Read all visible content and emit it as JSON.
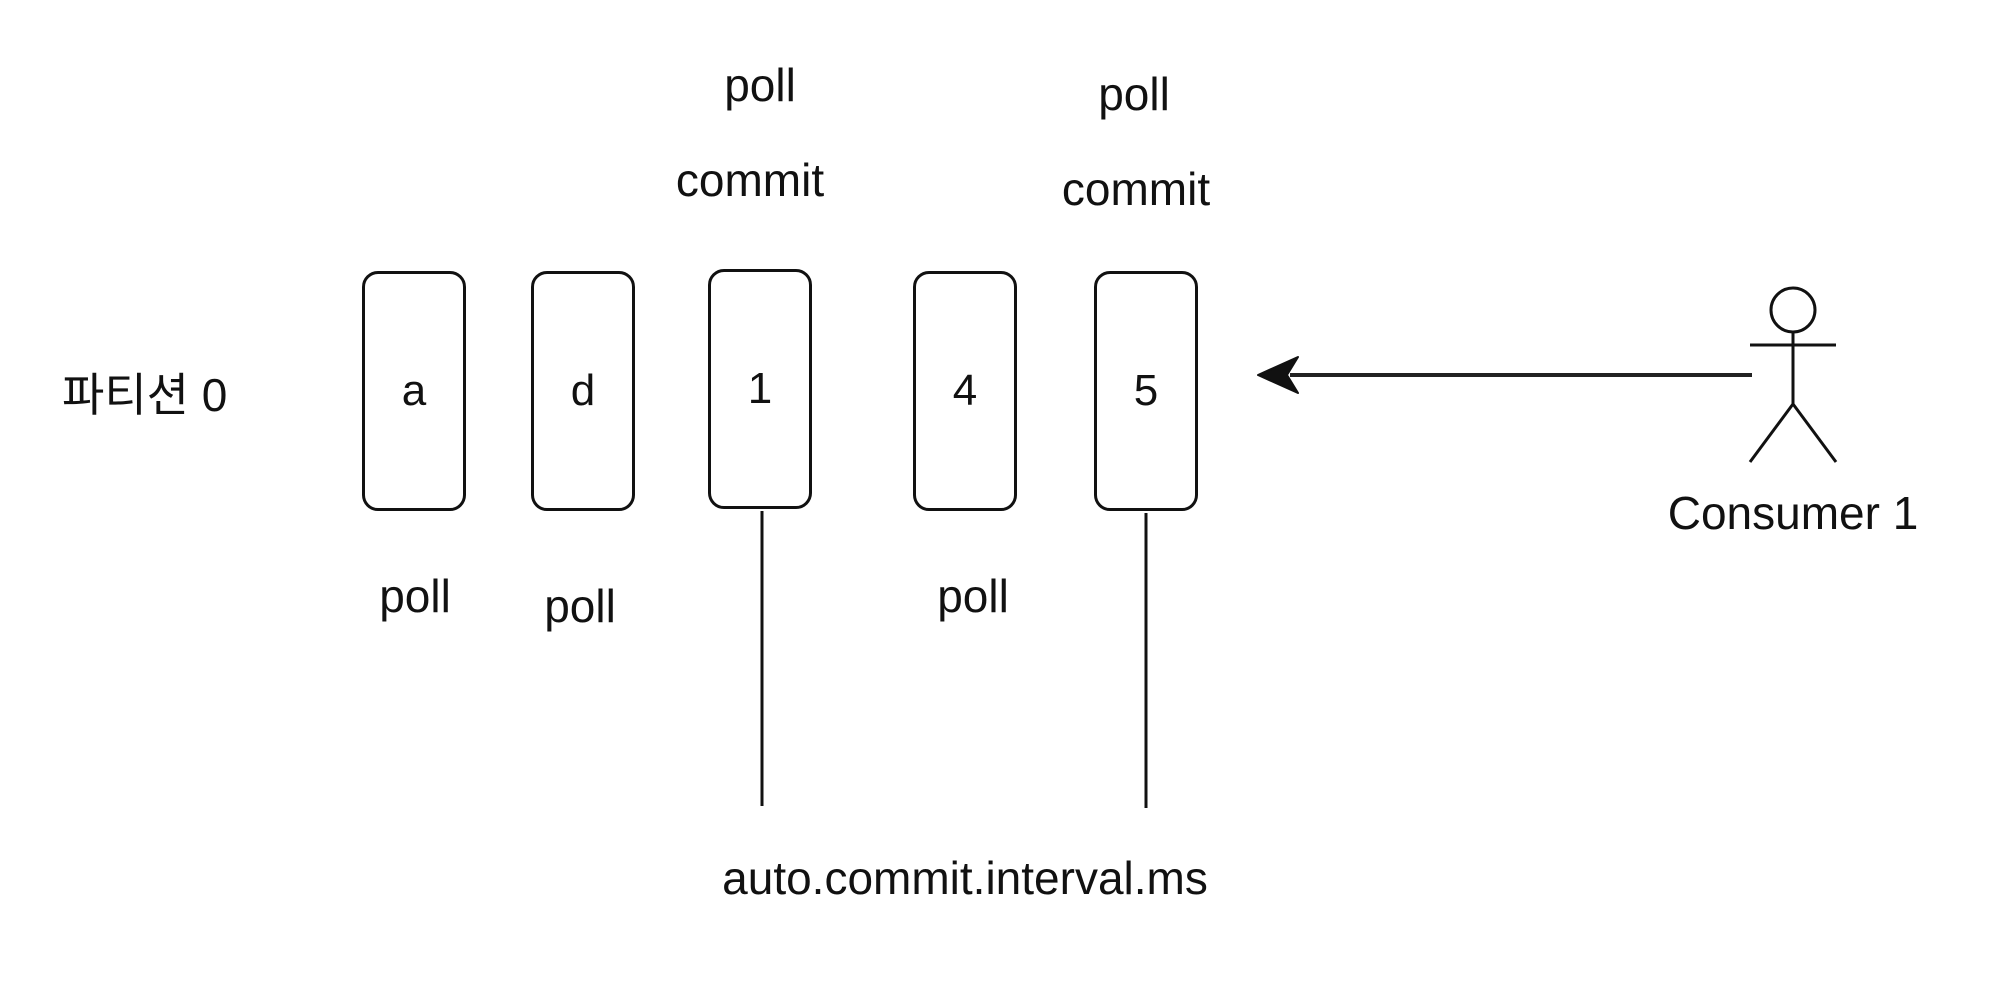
{
  "partition": {
    "label": "파티션 0",
    "records": [
      {
        "id": "a",
        "label": "a"
      },
      {
        "id": "d",
        "label": "d"
      },
      {
        "id": "1",
        "label": "1"
      },
      {
        "id": "4",
        "label": "4"
      },
      {
        "id": "5",
        "label": "5"
      }
    ]
  },
  "annotations": {
    "top_record_1": {
      "poll": "poll",
      "commit": "commit"
    },
    "top_record_5": {
      "poll": "poll",
      "commit": "commit"
    },
    "below_a": "poll",
    "below_d": "poll",
    "below_4": "poll"
  },
  "interval_label": "auto.commit.interval.ms",
  "consumer": {
    "label": "Consumer 1"
  }
}
